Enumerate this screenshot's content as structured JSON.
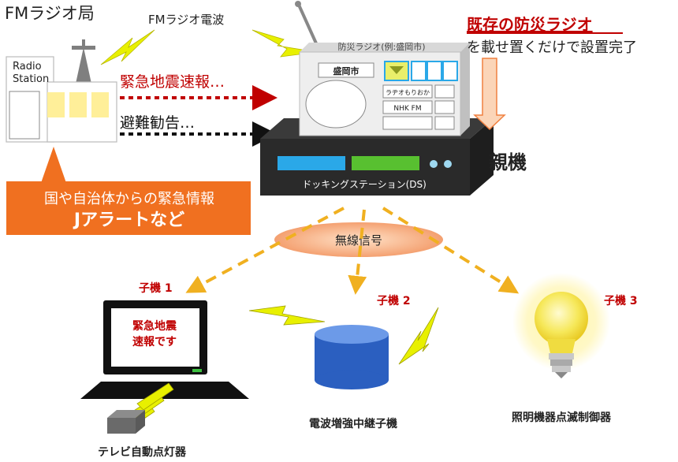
{
  "station": {
    "title": "FMラジオ局",
    "sign_line1": "Radio",
    "sign_line2": "Station"
  },
  "broadcast": {
    "wave_label": "FMラジオ電波",
    "quake_alert": "緊急地震速報…",
    "evacuation": "避難勧告…"
  },
  "callout": {
    "line1": "国や自治体からの緊急情報",
    "line2": "Jアラートなど"
  },
  "radio": {
    "label": "防災ラジオ(例:盛岡市)",
    "city": "盛岡市",
    "station1": "ラヂオもりおか",
    "station2": "NHK FM"
  },
  "note": {
    "headline": "既存の防災ラジオ",
    "subline": "を載せ置くだけで設置完了"
  },
  "dock": {
    "label": "ドッキングステーション(DS)",
    "parent": "親機"
  },
  "wireless": {
    "label": "無線信号"
  },
  "children": [
    {
      "tag": "子機 1",
      "caption": "テレビ自動点灯器",
      "screen_line1": "緊急地震",
      "screen_line2": "速報です"
    },
    {
      "tag": "子機 2",
      "caption": "電波増強中継子機"
    },
    {
      "tag": "子機 3",
      "caption": "照明機器点滅制御器"
    }
  ],
  "colors": {
    "alert_red": "#c00000",
    "callout_orange": "#f07020",
    "bolt_yellow": "#e8f000",
    "dash_orange": "#f0b020"
  }
}
